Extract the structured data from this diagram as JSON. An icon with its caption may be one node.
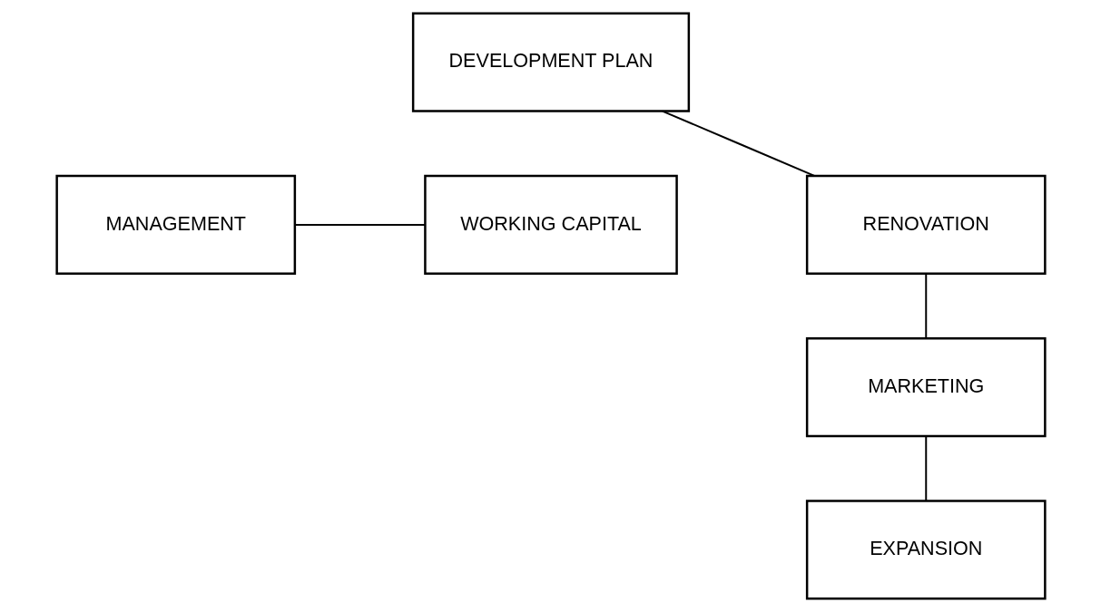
{
  "diagram": {
    "nodes": [
      {
        "text": [
          "DEVELOPMENT PLAN"
        ]
      },
      {
        "text": [
          "MANAGEMENT"
        ]
      },
      {
        "text": [
          "WORKING CAPITAL"
        ]
      },
      {
        "text": [
          "RENOVATION"
        ]
      },
      {
        "text": [
          "MARKETING"
        ]
      },
      {
        "text": [
          "EXPANSION"
        ]
      }
    ],
    "edges": [
      {
        "from": 0,
        "to": 3,
        "arrow": "none"
      },
      {
        "from": 1,
        "to": 2,
        "arrow": "none"
      },
      {
        "from": 3,
        "to": 4,
        "arrow": "none"
      },
      {
        "from": 4,
        "to": 5,
        "arrow": "none"
      }
    ]
  }
}
